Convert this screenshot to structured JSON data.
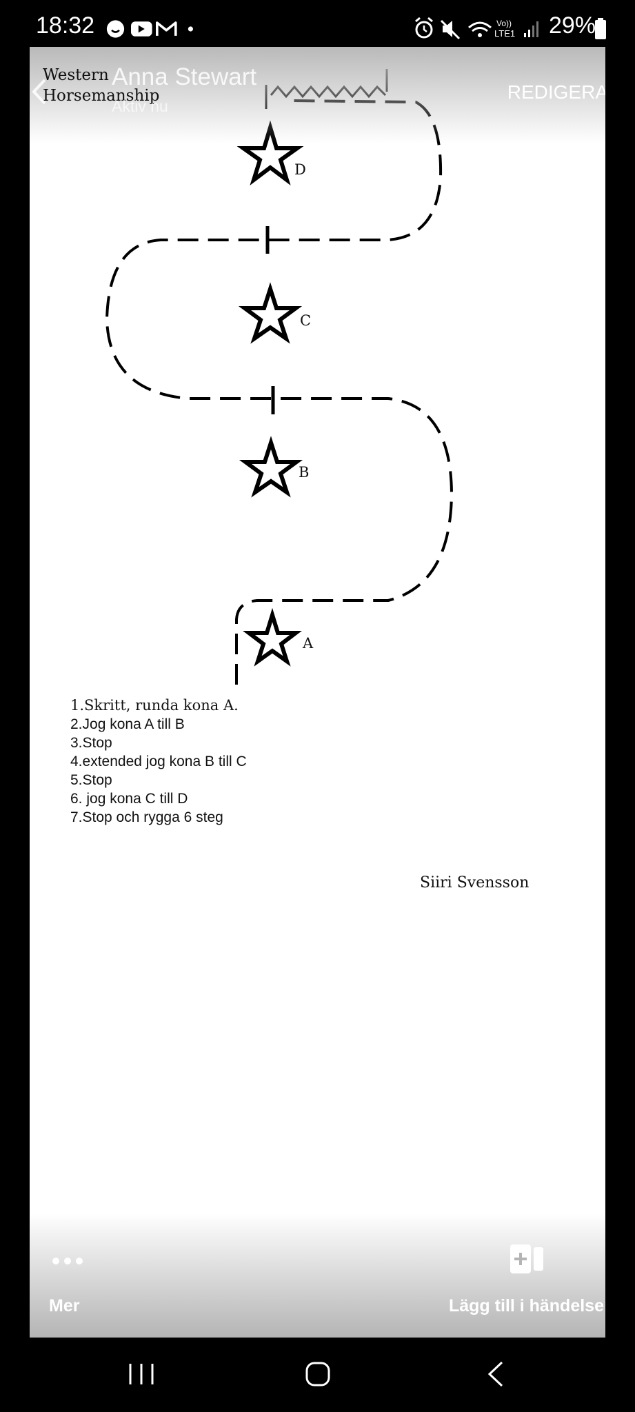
{
  "status_bar": {
    "time": "18:32",
    "battery": "29%",
    "network": "LTE1",
    "volte": "Vo))",
    "left_icons": [
      "snapchat-icon",
      "youtube-icon",
      "gmail-icon",
      "dot-icon"
    ],
    "right_icons": [
      "alarm-icon",
      "mute-icon",
      "wifi-icon",
      "signal-icon",
      "battery-icon"
    ]
  },
  "header": {
    "contact_name": "Anna Stewart",
    "contact_status": "Aktiv nu",
    "edit_label": "REDIGERA"
  },
  "document": {
    "title_line1": "Western",
    "title_line2": "Horsemanship",
    "markers": [
      "D",
      "C",
      "B",
      "A"
    ],
    "instructions": [
      "1.Skritt, runda kona A.",
      "2.Jog kona A till B",
      "3.Stop",
      "4.extended jog kona B till C",
      "5.Stop",
      "6. jog kona C till D",
      "7.Stop och rygga 6 steg"
    ],
    "signature": "Siiri Svensson"
  },
  "bottom_bar": {
    "more_label": "Mer",
    "add_event_label": "Lägg till i händelse"
  },
  "nav_bar": {
    "buttons": [
      "recent-apps-icon",
      "home-icon",
      "back-icon"
    ]
  }
}
